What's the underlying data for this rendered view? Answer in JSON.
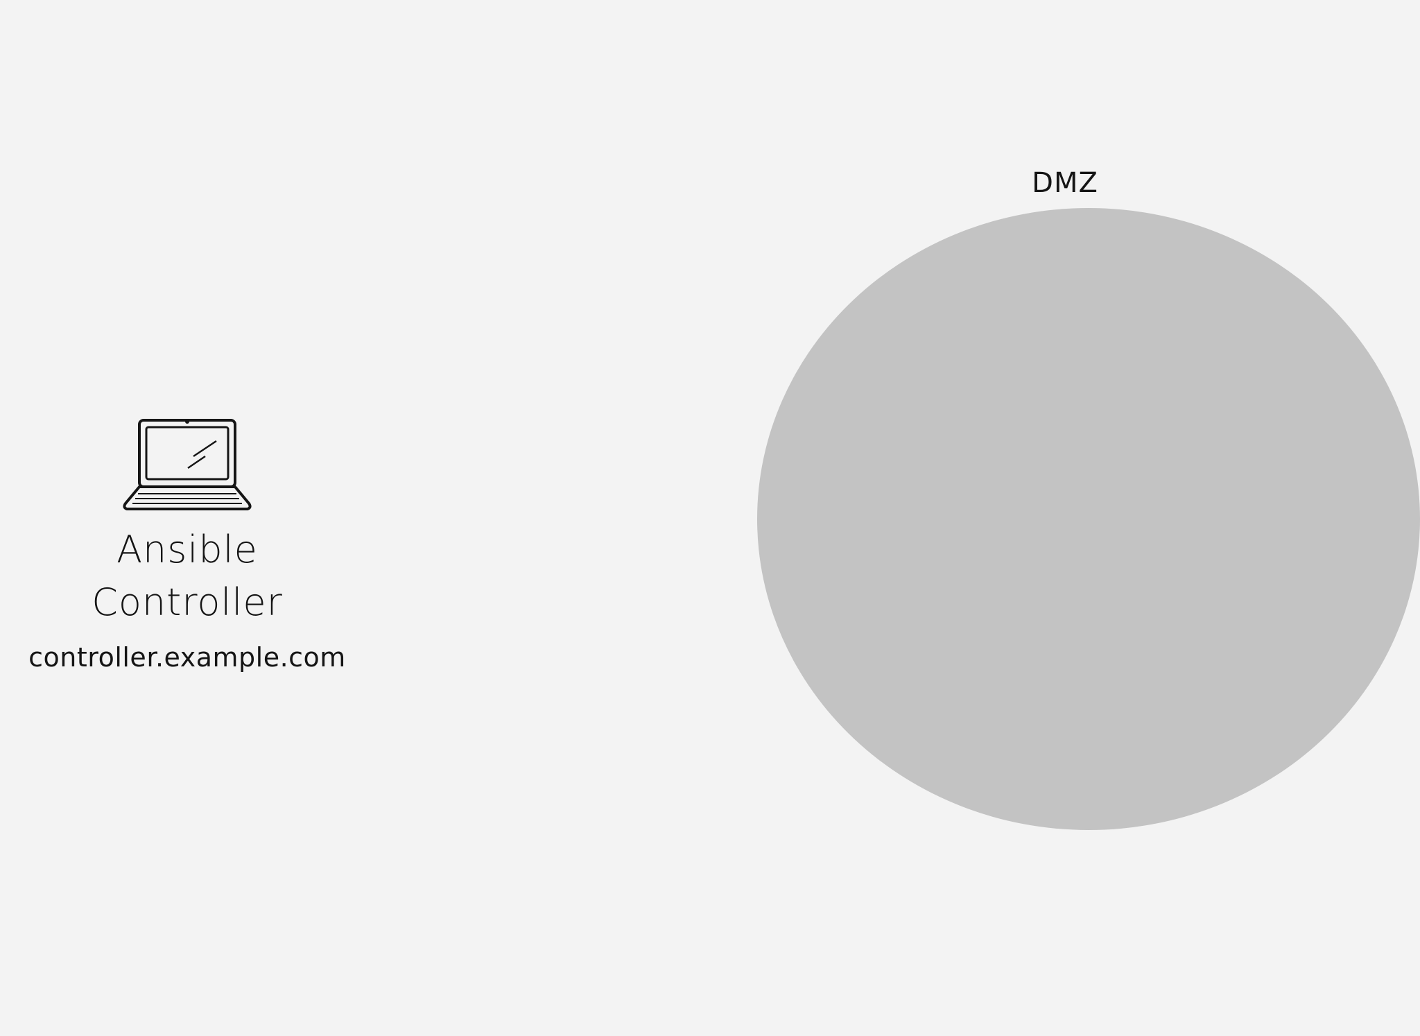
{
  "controller": {
    "icon": "laptop-icon",
    "title_line1": "Ansible",
    "title_line2": "Controller",
    "hostname": "controller.example.com"
  },
  "dmz": {
    "label": "DMZ",
    "fill_color": "#c3c3c3"
  },
  "colors": {
    "background": "#f3f3f3",
    "text": "#151515"
  }
}
